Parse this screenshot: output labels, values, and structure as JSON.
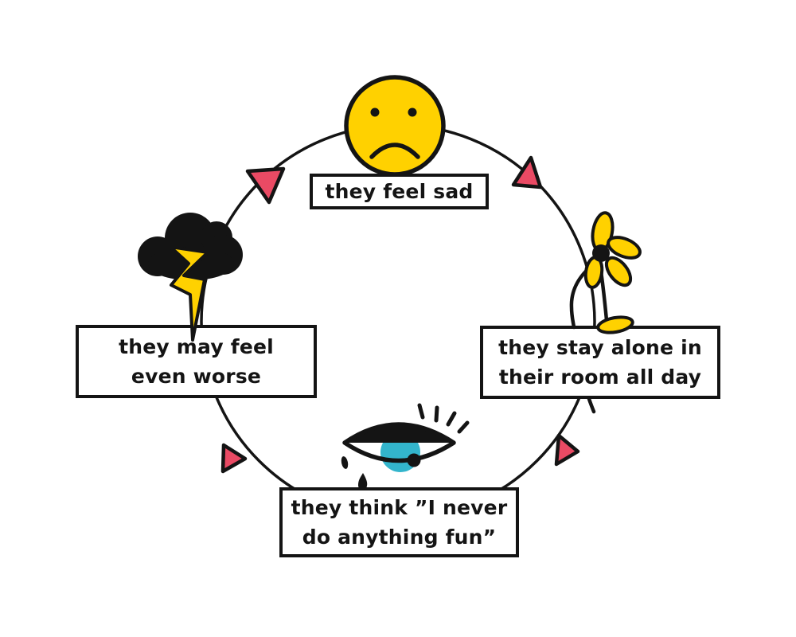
{
  "diagram": {
    "type": "cycle",
    "nodes": [
      {
        "name": "feel-sad",
        "icon": "sad-face-icon",
        "label": "they feel sad",
        "lines": [
          "they feel sad"
        ]
      },
      {
        "name": "stay-alone",
        "icon": "wilted-flower-icon",
        "label": "they stay alone in their room all day",
        "lines": [
          "they stay alone in",
          "their room all day"
        ]
      },
      {
        "name": "think-no-fun",
        "icon": "crying-eye-icon",
        "label": "they think ”I never do anything fun”",
        "lines": [
          "they think ”I never",
          "do anything fun”"
        ]
      },
      {
        "name": "feel-worse",
        "icon": "storm-cloud-icon",
        "label": "they may feel even worse",
        "lines": [
          "they may feel",
          "even worse"
        ]
      }
    ],
    "arrow_count": 4,
    "colors": {
      "accent_yellow": "#FFD100",
      "arrow_pink": "#EA4A64",
      "iris_teal": "#33B5CC",
      "ink_black": "#141414",
      "box_background": "#FFFFFF",
      "page_background": "#FFFFFF"
    }
  }
}
